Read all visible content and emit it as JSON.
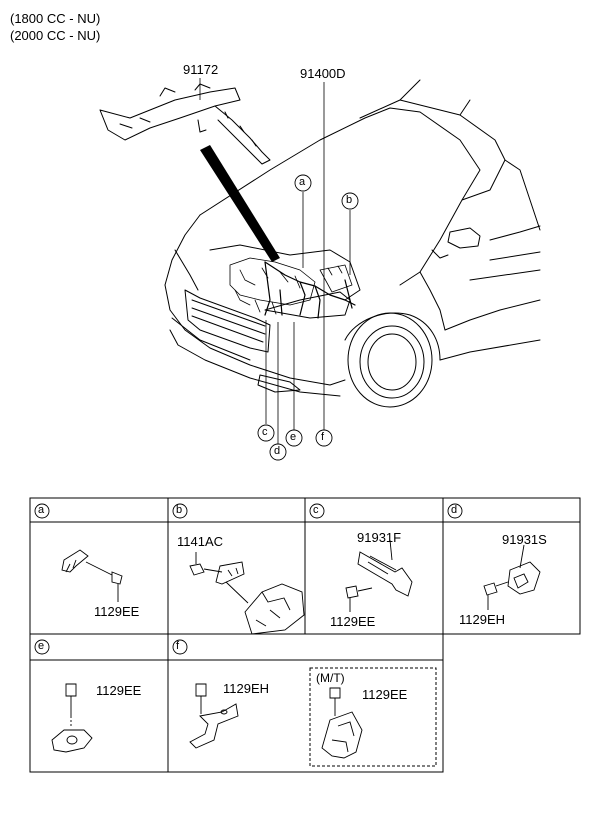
{
  "header": {
    "lines": [
      "(1800 CC - NU)",
      "(2000 CC - NU)"
    ]
  },
  "main_view": {
    "part_numbers": {
      "brace": "91172",
      "harness": "91400D"
    },
    "callouts": [
      "a",
      "b",
      "c",
      "d",
      "e",
      "f"
    ]
  },
  "detail_table": {
    "cells": [
      {
        "key": "a",
        "parts": [
          "1129EE"
        ]
      },
      {
        "key": "b",
        "parts": [
          "1141AC"
        ]
      },
      {
        "key": "c",
        "parts": [
          "91931F",
          "1129EE"
        ]
      },
      {
        "key": "d",
        "parts": [
          "91931S",
          "1129EH"
        ]
      },
      {
        "key": "e",
        "parts": [
          "1129EE"
        ]
      },
      {
        "key": "f",
        "parts": [
          "1129EH",
          "1129EE"
        ],
        "variant_label": "(M/T)"
      }
    ]
  }
}
